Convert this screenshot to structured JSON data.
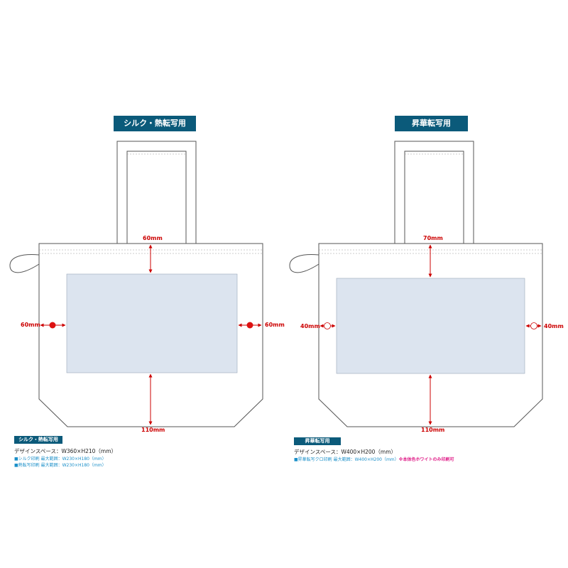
{
  "left": {
    "header": "シルク・熱転写用",
    "dim_top": "60mm",
    "dim_left": "60mm",
    "dim_right": "60mm",
    "dim_bottom": "110mm",
    "info_tag": "シルク・熱転写用",
    "design_space": "デザインスペース：W360×H210（mm）",
    "note_1": "■シルク印刷 最大範囲：W230×H180（mm）",
    "note_2": "■熱転写印刷 最大範囲：W230×H180（mm）"
  },
  "right": {
    "header": "昇華転写用",
    "dim_top": "70mm",
    "dim_left": "40mm",
    "dim_right": "40mm",
    "dim_bottom": "110mm",
    "info_tag": "昇華転写用",
    "design_space": "デザインスペース：W400×H200（mm）",
    "note_1": "■昇華転写クロ印刷 最大範囲：W400×H200（mm）",
    "note_1_warning": "※本体色ホワイトのみ印刷可"
  },
  "colors": {
    "header_bg": "#0b5a7a",
    "print_area": "#dce4ef",
    "dimension": "#cc0000",
    "note_blue": "#1a8fc9",
    "note_pink": "#e0218a"
  }
}
